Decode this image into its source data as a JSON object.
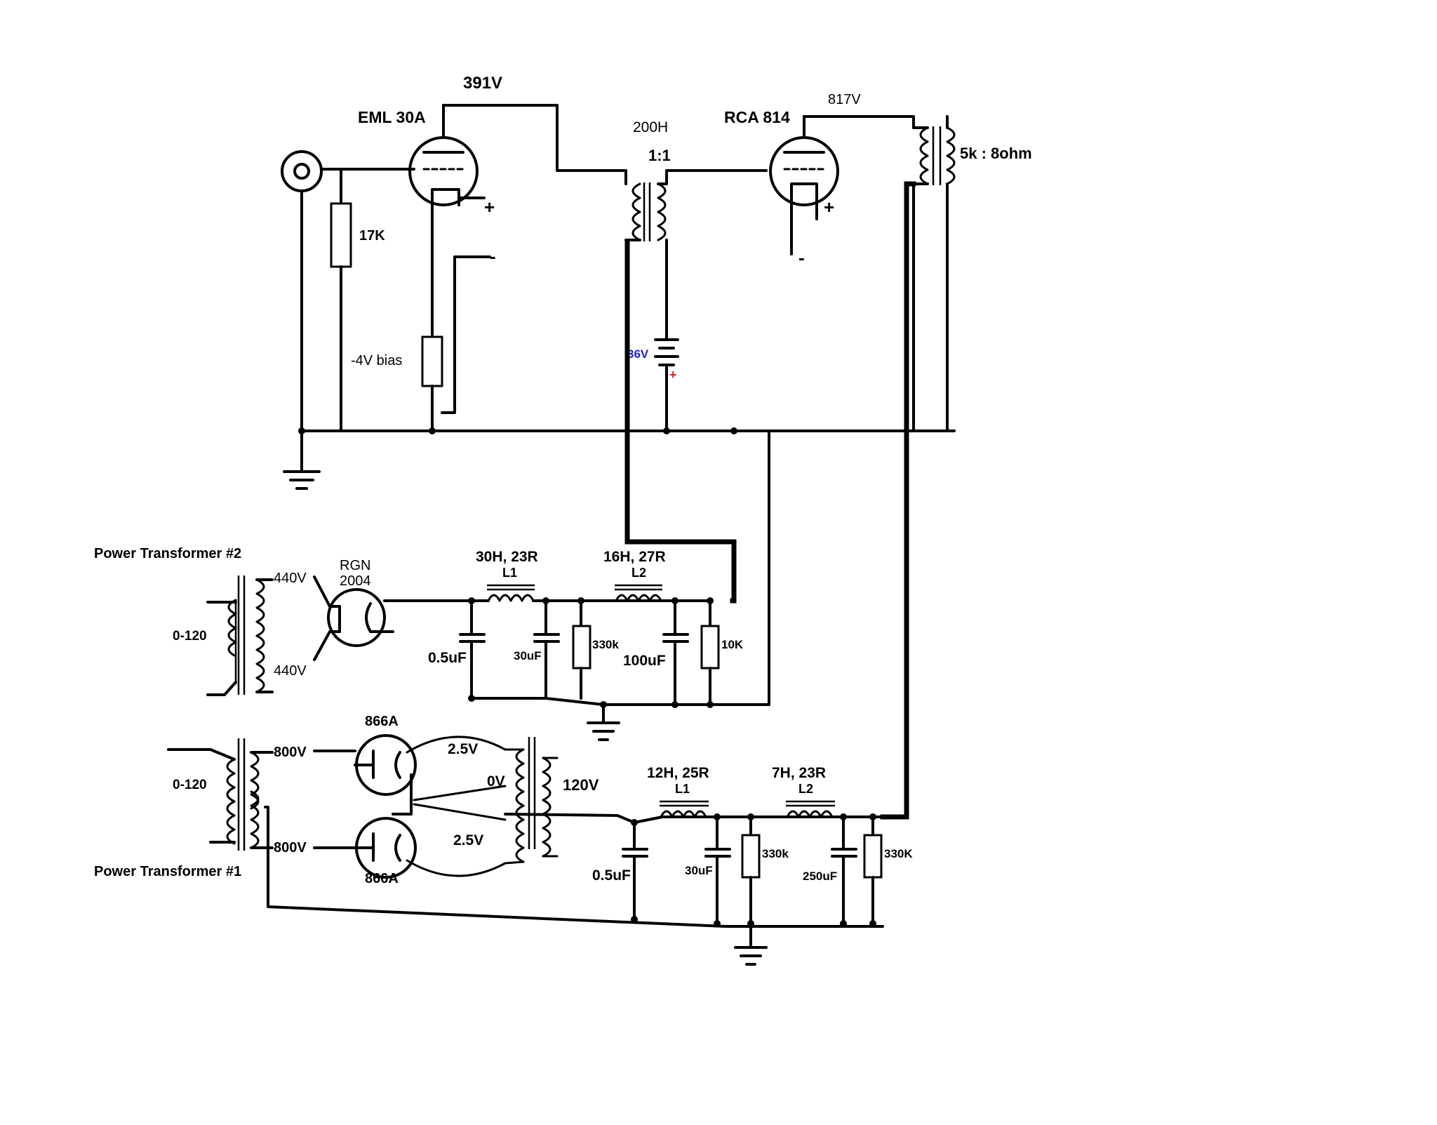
{
  "colors": {
    "background": "#ffffff",
    "ink": "#000000",
    "battery_voltage": "#2222cc",
    "battery_plus": "#cc2222"
  },
  "icons": [
    "rca-input-jack-icon",
    "ground-symbol-icon",
    "battery-icon",
    "vacuum-tube-icon",
    "rectifier-tube-icon",
    "transformer-icon",
    "inductor-icon",
    "capacitor-icon",
    "resistor-icon"
  ],
  "amplifier": {
    "eml30a": {
      "name": "EML 30A",
      "plate_voltage": "391V",
      "plus": "+",
      "minus": "-"
    },
    "grid_resistor": "17K",
    "bias_label": "-4V bias",
    "interstage": {
      "inductance": "200H",
      "ratio": "1:1"
    },
    "battery": {
      "voltage": "36V",
      "plus": "+"
    },
    "rca814": {
      "name": "RCA 814",
      "plate_voltage": "817V",
      "plus": "+",
      "minus": "-"
    },
    "output_transformer": "5k : 8ohm"
  },
  "supply2": {
    "title": "Power Transformer #2",
    "primary": "0-120",
    "secondary_top": "440V",
    "secondary_bottom": "440V",
    "rectifier": {
      "line1": "RGN",
      "line2": "2004"
    },
    "c_in": "0.5uF",
    "l1": {
      "rating": "30H, 23R",
      "name": "L1"
    },
    "c1": "30uF",
    "r1": "330k",
    "l2": {
      "rating": "16H, 27R",
      "name": "L2"
    },
    "c2": "100uF",
    "r2": "10K"
  },
  "supply1": {
    "title": "Power Transformer #1",
    "primary": "0-120",
    "secondary_top": "800V",
    "secondary_bottom": "800V",
    "tube_top": "866A",
    "tube_bottom": "866A",
    "filament_top": "2.5V",
    "filament_center": "0V",
    "filament_bottom": "2.5V",
    "filament_primary": "120V",
    "c_in": "0.5uF",
    "l1": {
      "rating": "12H, 25R",
      "name": "L1"
    },
    "c1": "30uF",
    "r1": "330k",
    "l2": {
      "rating": "7H, 23R",
      "name": "L2"
    },
    "c2": "250uF",
    "r2": "330K"
  }
}
